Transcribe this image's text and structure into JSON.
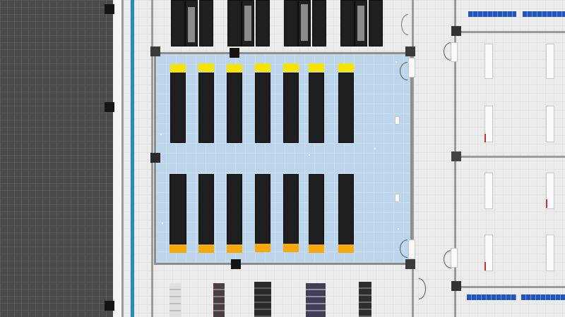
{
  "view": {
    "type": "top-down floor plan",
    "colors": {
      "dark_floor": "#4a4a4a",
      "room_floor": "#bcd5ea",
      "rack": "#1f1f1f",
      "cap_top": "#f5e500",
      "cap_bottom": "#f6a90e",
      "pipe": "#2b8ab8",
      "blue_equipment": "#1f56b8"
    }
  },
  "room": {
    "top_rack_count": 7,
    "bottom_rack_count": 7
  }
}
